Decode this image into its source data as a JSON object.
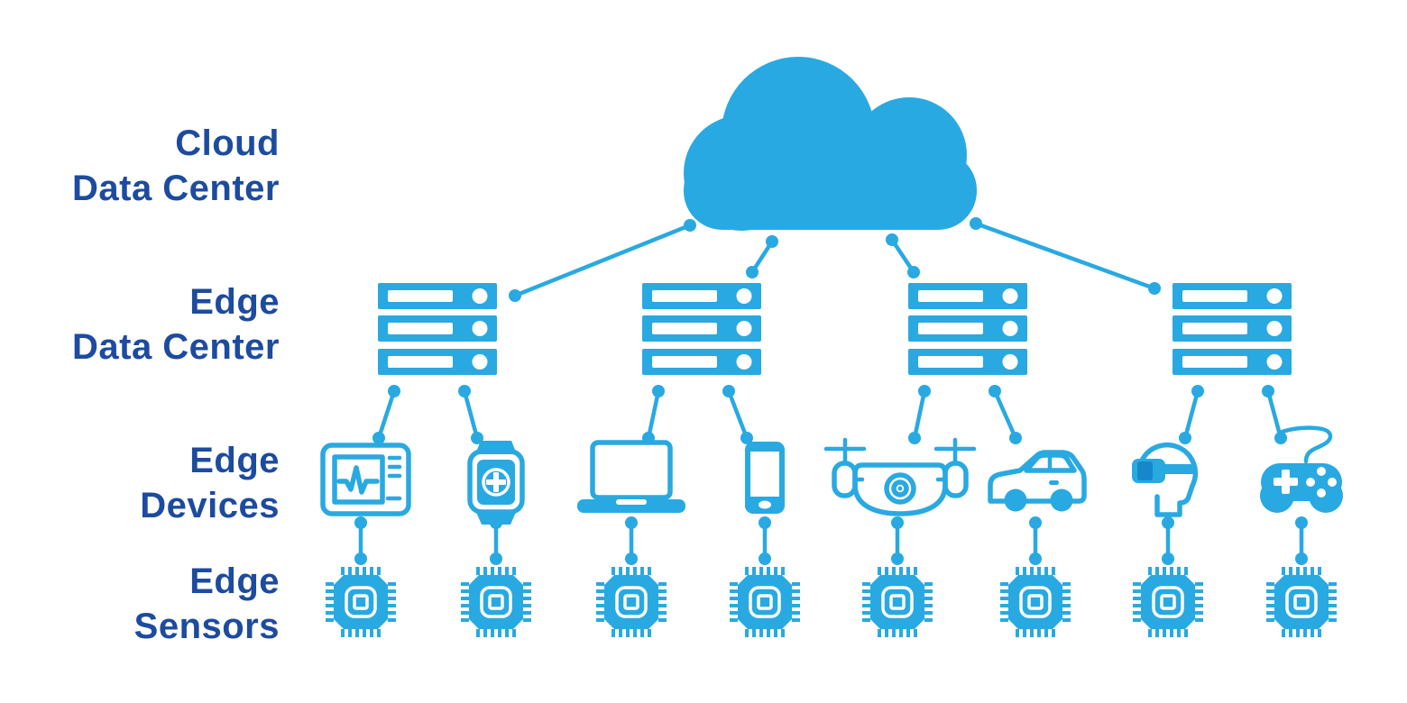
{
  "diagram": {
    "title": "Edge computing architecture diagram",
    "background": "#ffffff",
    "accent_blue": "#29A9E1",
    "label_blue": "#1C4B9F",
    "labels": {
      "cloud": {
        "line1": "Cloud",
        "line2": "Data Center"
      },
      "edge_dc": {
        "line1": "Edge",
        "line2": "Data Center"
      },
      "devices": {
        "line1": "Edge",
        "line2": "Devices"
      },
      "sensors": {
        "line1": "Edge",
        "line2": "Sensors"
      }
    },
    "rows": [
      {
        "name": "cloud-data-center",
        "icons": [
          "cloud-icon"
        ]
      },
      {
        "name": "edge-data-center",
        "icons": [
          "server-rack-icon",
          "server-rack-icon",
          "server-rack-icon",
          "server-rack-icon"
        ]
      },
      {
        "name": "edge-devices",
        "icons": [
          "patient-monitor-icon",
          "smartwatch-icon",
          "laptop-icon",
          "smartphone-icon",
          "drone-icon",
          "car-icon",
          "vr-headset-icon",
          "game-controller-icon"
        ]
      },
      {
        "name": "edge-sensors",
        "icons": [
          "chip-icon",
          "chip-icon",
          "chip-icon",
          "chip-icon",
          "chip-icon",
          "chip-icon",
          "chip-icon",
          "chip-icon"
        ]
      }
    ],
    "connections": {
      "cloud_to_edge_dc": 4,
      "edge_dc_to_devices": 8,
      "devices_to_sensors": 8
    }
  }
}
